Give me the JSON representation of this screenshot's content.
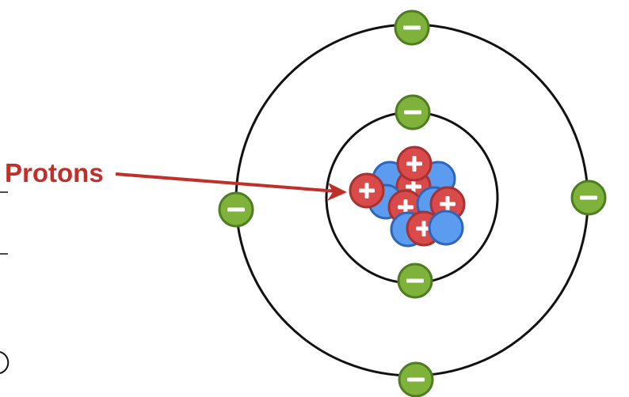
{
  "diagram": {
    "label": "Protons",
    "colors": {
      "proton": "#d94a4a",
      "proton_stroke": "#a83232",
      "neutron": "#5b9cf0",
      "neutron_stroke": "#2f66b8",
      "electron": "#7fb23a",
      "electron_stroke": "#4f7d22",
      "arrow": "#c0302a",
      "orbit": "#111111"
    },
    "nucleus": {
      "protons": 6,
      "neutrons": 6
    },
    "shells": [
      {
        "name": "inner-shell",
        "electrons": 2
      },
      {
        "name": "outer-shell",
        "electrons": 4
      }
    ],
    "icons": {
      "proton": "plus-icon",
      "electron": "minus-icon"
    }
  }
}
